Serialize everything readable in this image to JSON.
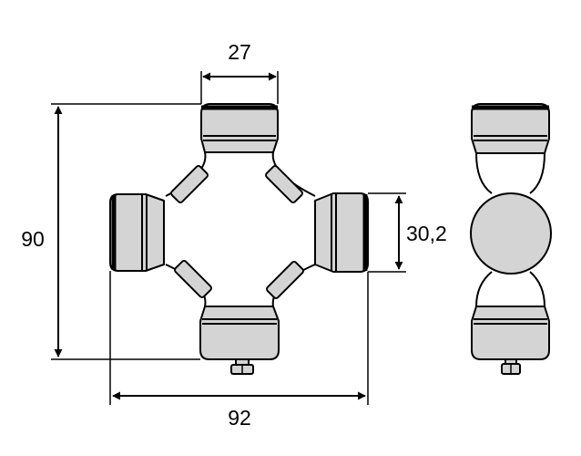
{
  "dimensions": {
    "cap_width": "27",
    "overall_height": "90",
    "overall_width": "92",
    "cap_diameter": "30,2"
  },
  "colors": {
    "body_fill": "#d4d4d4",
    "outline": "#000000",
    "background": "#ffffff"
  }
}
